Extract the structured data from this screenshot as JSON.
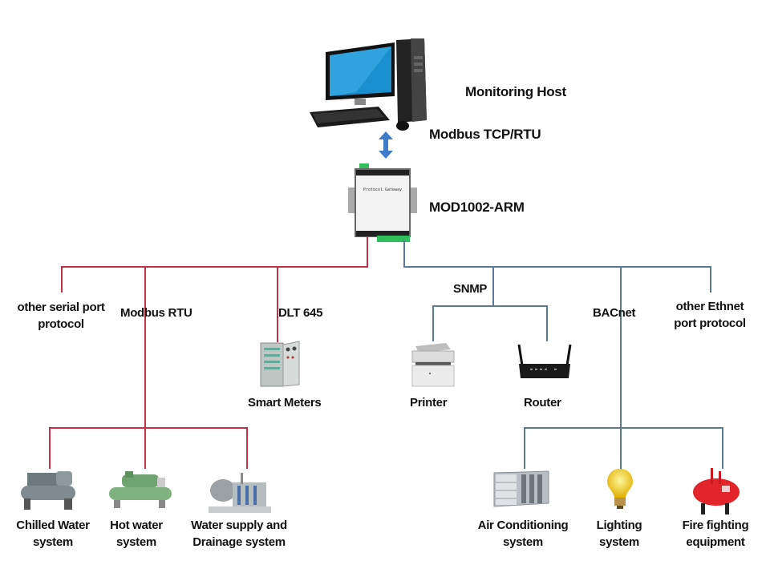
{
  "host": {
    "label": "Monitoring Host",
    "icon": "desktop-computer-icon"
  },
  "link": {
    "label": "Modbus TCP/RTU",
    "icon": "bidirectional-arrow-icon"
  },
  "gateway": {
    "label": "MOD1002-ARM",
    "panel_text": "Protocol Gateway",
    "icon": "protocol-gateway-icon"
  },
  "serial": {
    "color": "#c0314a",
    "branches": [
      {
        "label": "other serial port\nprotocol"
      },
      {
        "label": "Modbus RTU"
      },
      {
        "label": "DLT 645"
      }
    ],
    "smart_meters": {
      "label": "Smart Meters",
      "icon": "electric-cabinet-icon"
    },
    "devices": [
      {
        "line1": "Chilled Water",
        "line2": "system",
        "icon": "chiller-icon"
      },
      {
        "line1": "Hot water",
        "line2": "system",
        "icon": "hot-water-unit-icon"
      },
      {
        "line1": "Water supply and",
        "line2": "Drainage system",
        "icon": "pump-station-icon"
      }
    ]
  },
  "ethernet": {
    "color": "#5b7a99",
    "branches": [
      {
        "label": "SNMP"
      },
      {
        "label": "BACnet"
      },
      {
        "line1": "other Ethnet",
        "line2": "port protocol"
      }
    ],
    "snmp_devices": [
      {
        "label": "Printer",
        "icon": "printer-icon"
      },
      {
        "label": "Router",
        "icon": "router-icon"
      }
    ],
    "devices": [
      {
        "line1": "Air Conditioning",
        "line2": "system",
        "icon": "air-handler-icon"
      },
      {
        "line1": "Lighting",
        "line2": "system",
        "icon": "light-bulb-icon"
      },
      {
        "line1": "Fire fighting",
        "line2": "equipment",
        "icon": "fire-tank-icon"
      }
    ]
  }
}
